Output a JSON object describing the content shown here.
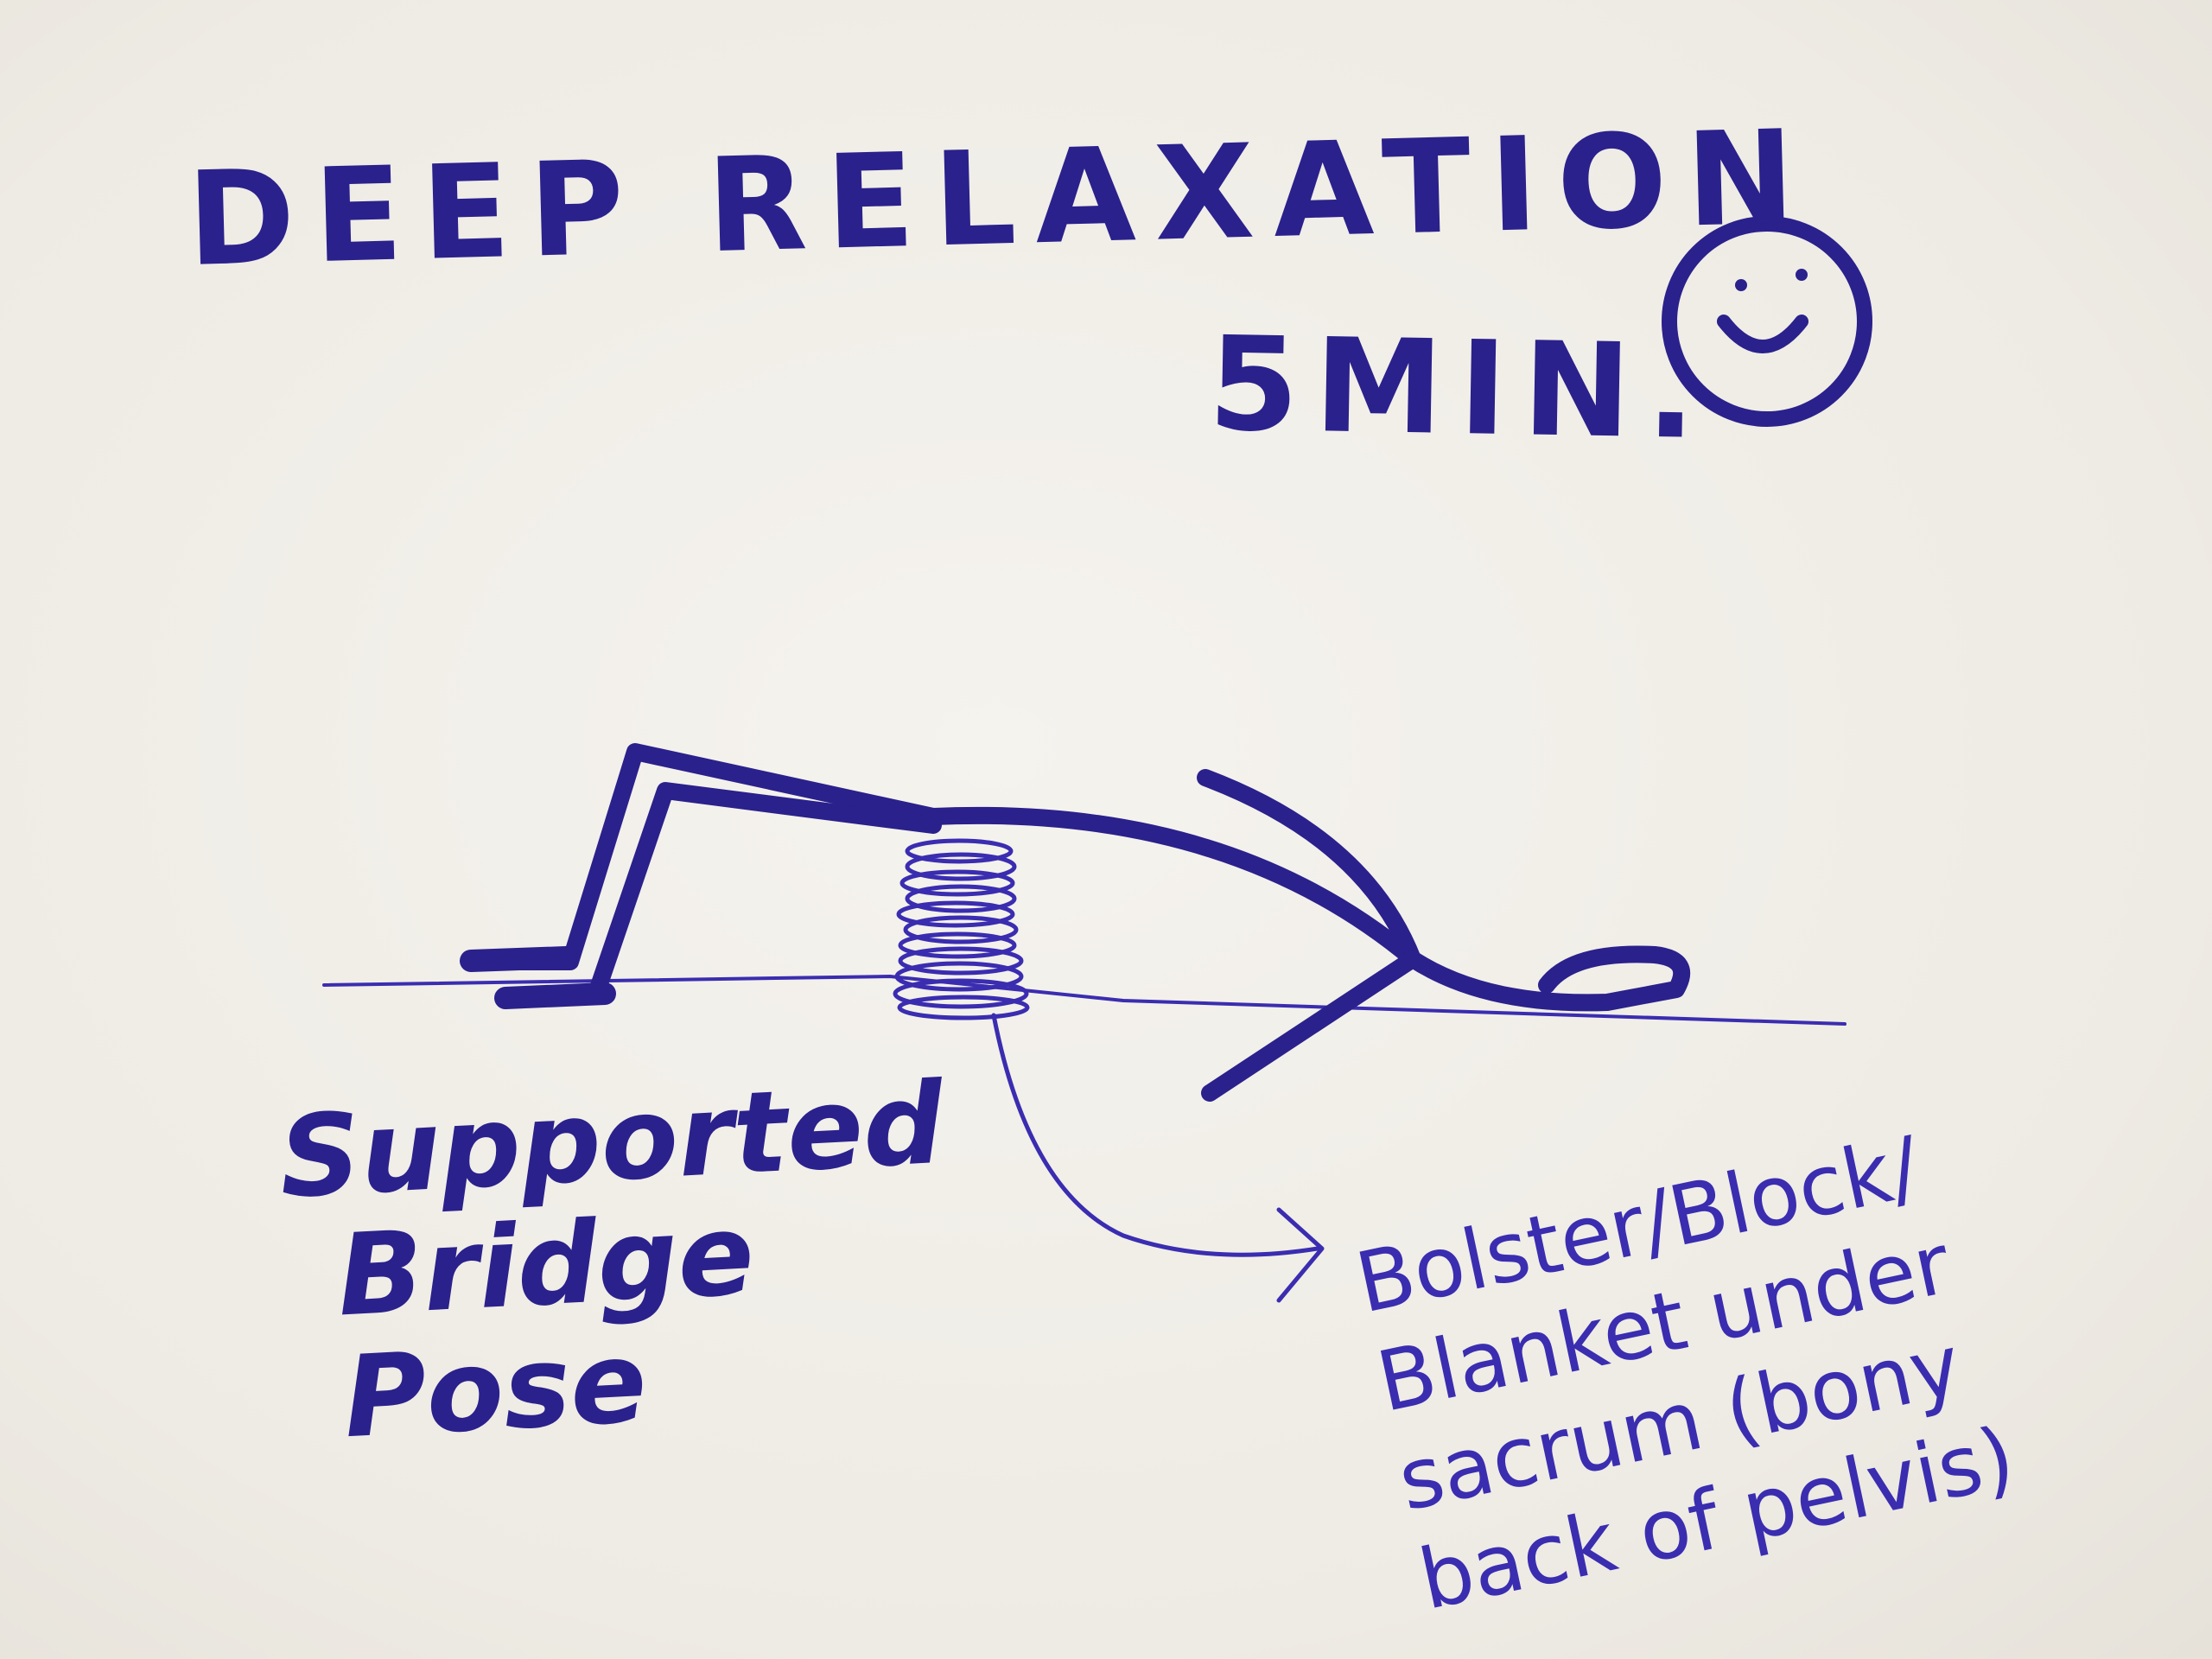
{
  "title": "DEEP RELAXATION",
  "duration": "5MIN.",
  "smiley_icon": "smiley-face-icon",
  "pose_name": {
    "line1": "Supported",
    "line2": "Bridge",
    "line3": "Pose"
  },
  "note": {
    "line1": "Bolster/Block/",
    "line2": "Blanket under",
    "line3": "sacrum (bony",
    "line4": "back of pelvis)"
  },
  "ink_color": "#2a218c"
}
